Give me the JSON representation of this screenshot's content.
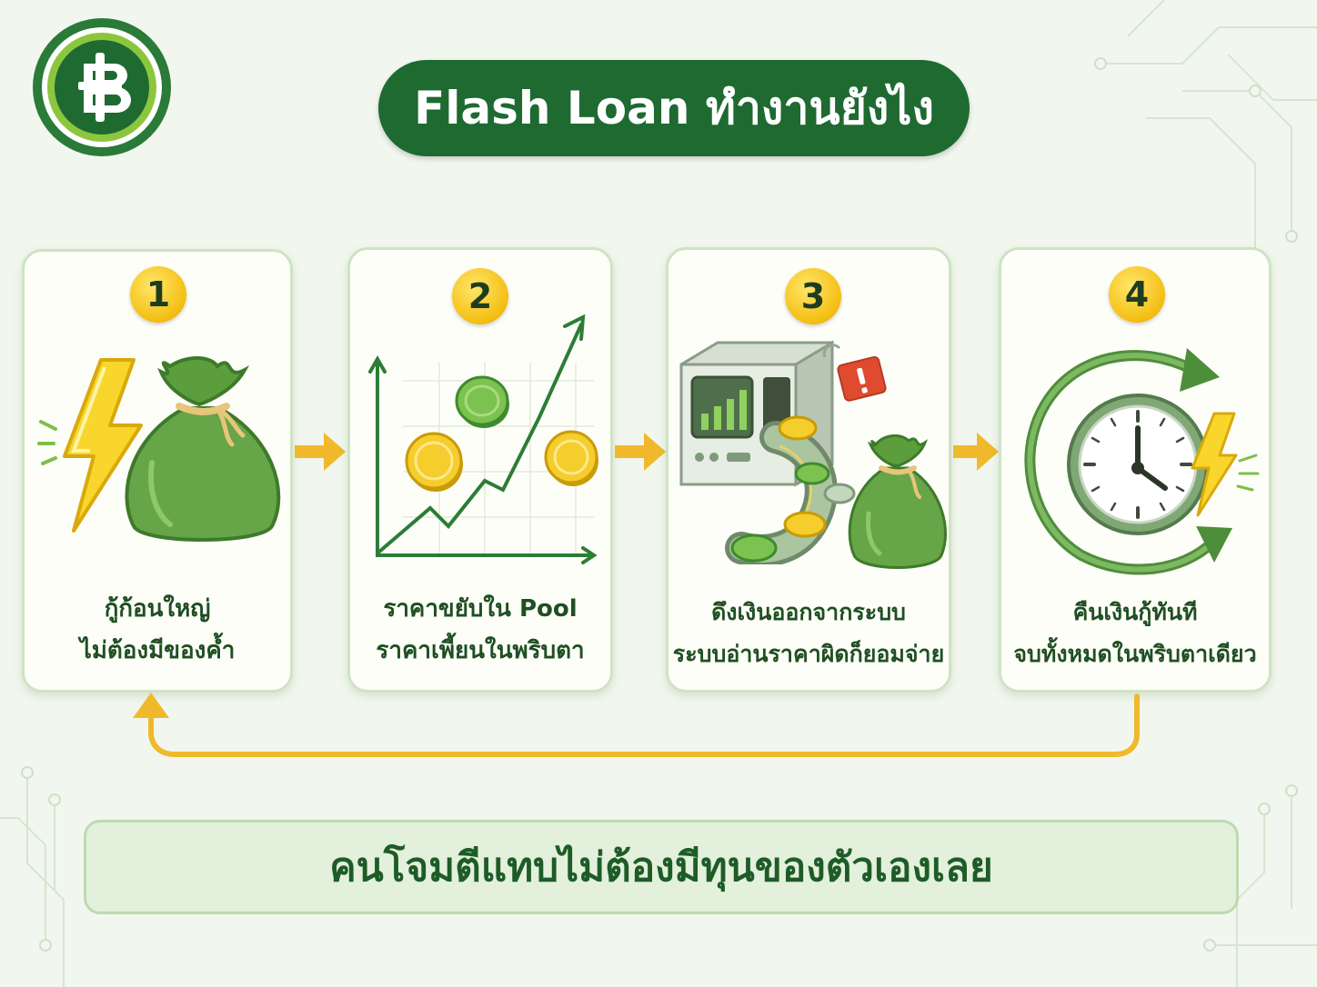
{
  "title": "Flash Loan ทำงานยังไง",
  "logo": {
    "icon": "baht-coin-icon",
    "colors": {
      "outer": "#2a7a38",
      "inner": "#1e6a31",
      "ring": "#8cc63f"
    }
  },
  "steps": [
    {
      "number": "1",
      "line1": "กู้ก้อนใหญ่",
      "line2": "ไม่ต้องมีของค้ำ",
      "icons": [
        "lightning-icon",
        "money-bag-icon"
      ]
    },
    {
      "number": "2",
      "line1": "ราคาขยับใน Pool",
      "line2": "ราคาเพี้ยนในพริบตา",
      "icons": [
        "price-chart-icon",
        "coin-icon"
      ]
    },
    {
      "number": "3",
      "line1": "ดึงเงินออกจากระบบ",
      "line2": "ระบบอ่านราคาผิดก็ยอมจ่าย",
      "icons": [
        "machine-icon",
        "warning-tag-icon",
        "money-bag-icon"
      ]
    },
    {
      "number": "4",
      "line1": "คืนเงินกู้ทันที",
      "line2": "จบทั้งหมดในพริบตาเดียว",
      "icons": [
        "clock-icon",
        "cycle-arrow-icon",
        "lightning-icon"
      ]
    }
  ],
  "footer": "คนโจมตีแทบไม่ต้องมีทุนของตัวเองเลย",
  "colors": {
    "primary": "#1e6a31",
    "accent": "#f4be12",
    "arrow": "#f0b92c",
    "text": "#1f4f22"
  }
}
